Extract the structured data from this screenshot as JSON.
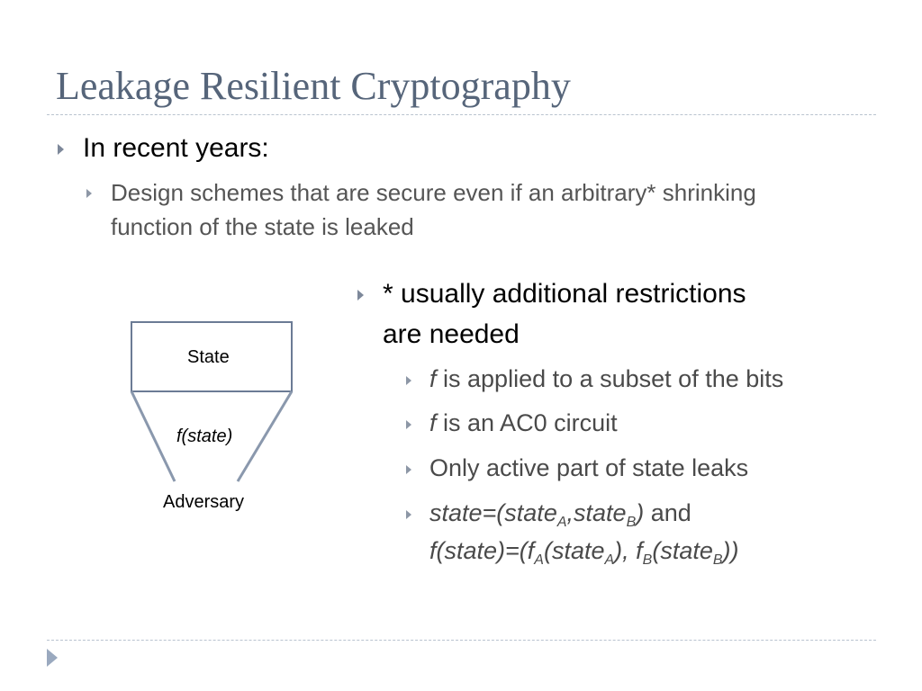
{
  "slide": {
    "title": "Leakage Resilient Cryptography",
    "bullets": {
      "recent": "In recent years:",
      "design_1": "Design schemes that are secure even if an arbitrary* shrinking",
      "design_2": "function of the state is leaked",
      "note_1": "* usually additional restrictions",
      "note_2": "are needed",
      "sub1_f": "f",
      "sub1_rest": " is applied to a subset of the bits",
      "sub2_f": "f",
      "sub2_rest": " is an AC0 circuit",
      "sub3": "Only active part of state leaks",
      "sub4": {
        "state_eq": "state=(state",
        "A": "A",
        "comma": ",state",
        "B": "B",
        "close": ")",
        "and": " and",
        "f_eq": "f(state)=(f",
        "fA": "A",
        "paren1": "(state",
        "A2": "A",
        "mid": "), f",
        "fB": "B",
        "paren2": "(state",
        "B2": "B",
        "end": "))"
      }
    },
    "diagram": {
      "box_label": "State",
      "funnel_label": "f(state)",
      "bottom_label": "Adversary",
      "stroke_color": "#6b7b95"
    },
    "colors": {
      "title": "#56657a",
      "rule": "#b9c3cf",
      "arrow": "#7d889a"
    }
  }
}
